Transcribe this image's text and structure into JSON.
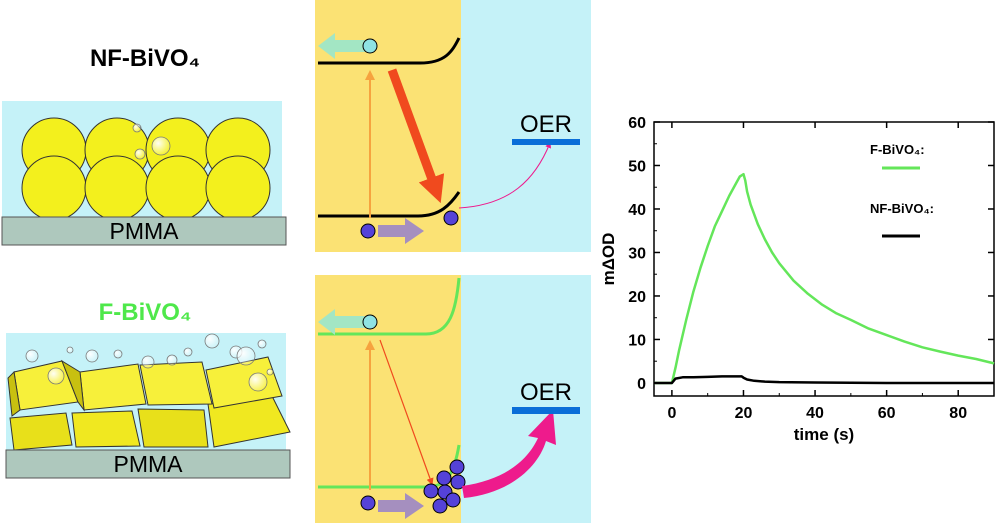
{
  "colors": {
    "water": "#c5f2f8",
    "semiconductor": "#fbe274",
    "sphere": "#f3f01d",
    "substrate": "#aec8bd",
    "nf_band": "#000000",
    "f_band": "#64e65a",
    "electron": "#8fe3e3",
    "hole": "#5542d8",
    "oer_bar": "#0a6ed8",
    "recombination_arrow": "#f04a1e",
    "transfer_arrow": "#ee1b8c",
    "excitation_arrow": "#f6a33f",
    "electron_drift_arrow": "#a3e6c4",
    "hole_drift_arrow": "#a58fbf",
    "f_label": "#4ee84a"
  },
  "left": {
    "nf_label": "NF-BiVO₄",
    "f_label": "F-BiVO₄",
    "nf_substrate": "PMMA",
    "f_substrate": "PMMA"
  },
  "middle": {
    "nf_oer": "OER",
    "f_oer": "OER"
  },
  "chart_data": {
    "type": "line",
    "xlabel": "time (s)",
    "ylabel": "mΔOD",
    "xlim": [
      -5,
      90
    ],
    "ylim": [
      -3,
      60
    ],
    "xticks": [
      0,
      20,
      40,
      60,
      80
    ],
    "yticks": [
      0,
      10,
      20,
      30,
      40,
      50,
      60
    ],
    "grid": false,
    "legend_position": "top-right",
    "series": [
      {
        "name": "F-BiVO₄:",
        "color": "#64e65a",
        "x": [
          -5,
          0,
          1,
          2,
          4,
          6,
          8,
          10,
          12,
          14,
          16,
          18,
          19,
          20,
          20.5,
          21,
          22,
          24,
          26,
          28,
          30,
          34,
          38,
          42,
          46,
          50,
          55,
          60,
          65,
          70,
          75,
          80,
          85,
          90
        ],
        "y": [
          0,
          0,
          3.5,
          7.5,
          14.5,
          21,
          26.5,
          31.5,
          36,
          39.5,
          43,
          46,
          47.5,
          48,
          46.5,
          44,
          41,
          36.5,
          33,
          30,
          27.5,
          23.5,
          20.5,
          18,
          16,
          14.5,
          12.5,
          11,
          9.5,
          8.2,
          7.2,
          6.3,
          5.5,
          4.5
        ]
      },
      {
        "name": "NF-BiVO₄:",
        "color": "#000000",
        "x": [
          -5,
          0,
          1,
          3,
          6,
          10,
          14,
          18,
          19.5,
          20,
          21,
          23,
          26,
          30,
          40,
          50,
          60,
          70,
          80,
          90
        ],
        "y": [
          0,
          0,
          1,
          1.3,
          1.3,
          1.4,
          1.5,
          1.5,
          1.5,
          1.2,
          0.8,
          0.5,
          0.3,
          0.2,
          0.1,
          0.05,
          0,
          0,
          0,
          0
        ]
      }
    ]
  }
}
